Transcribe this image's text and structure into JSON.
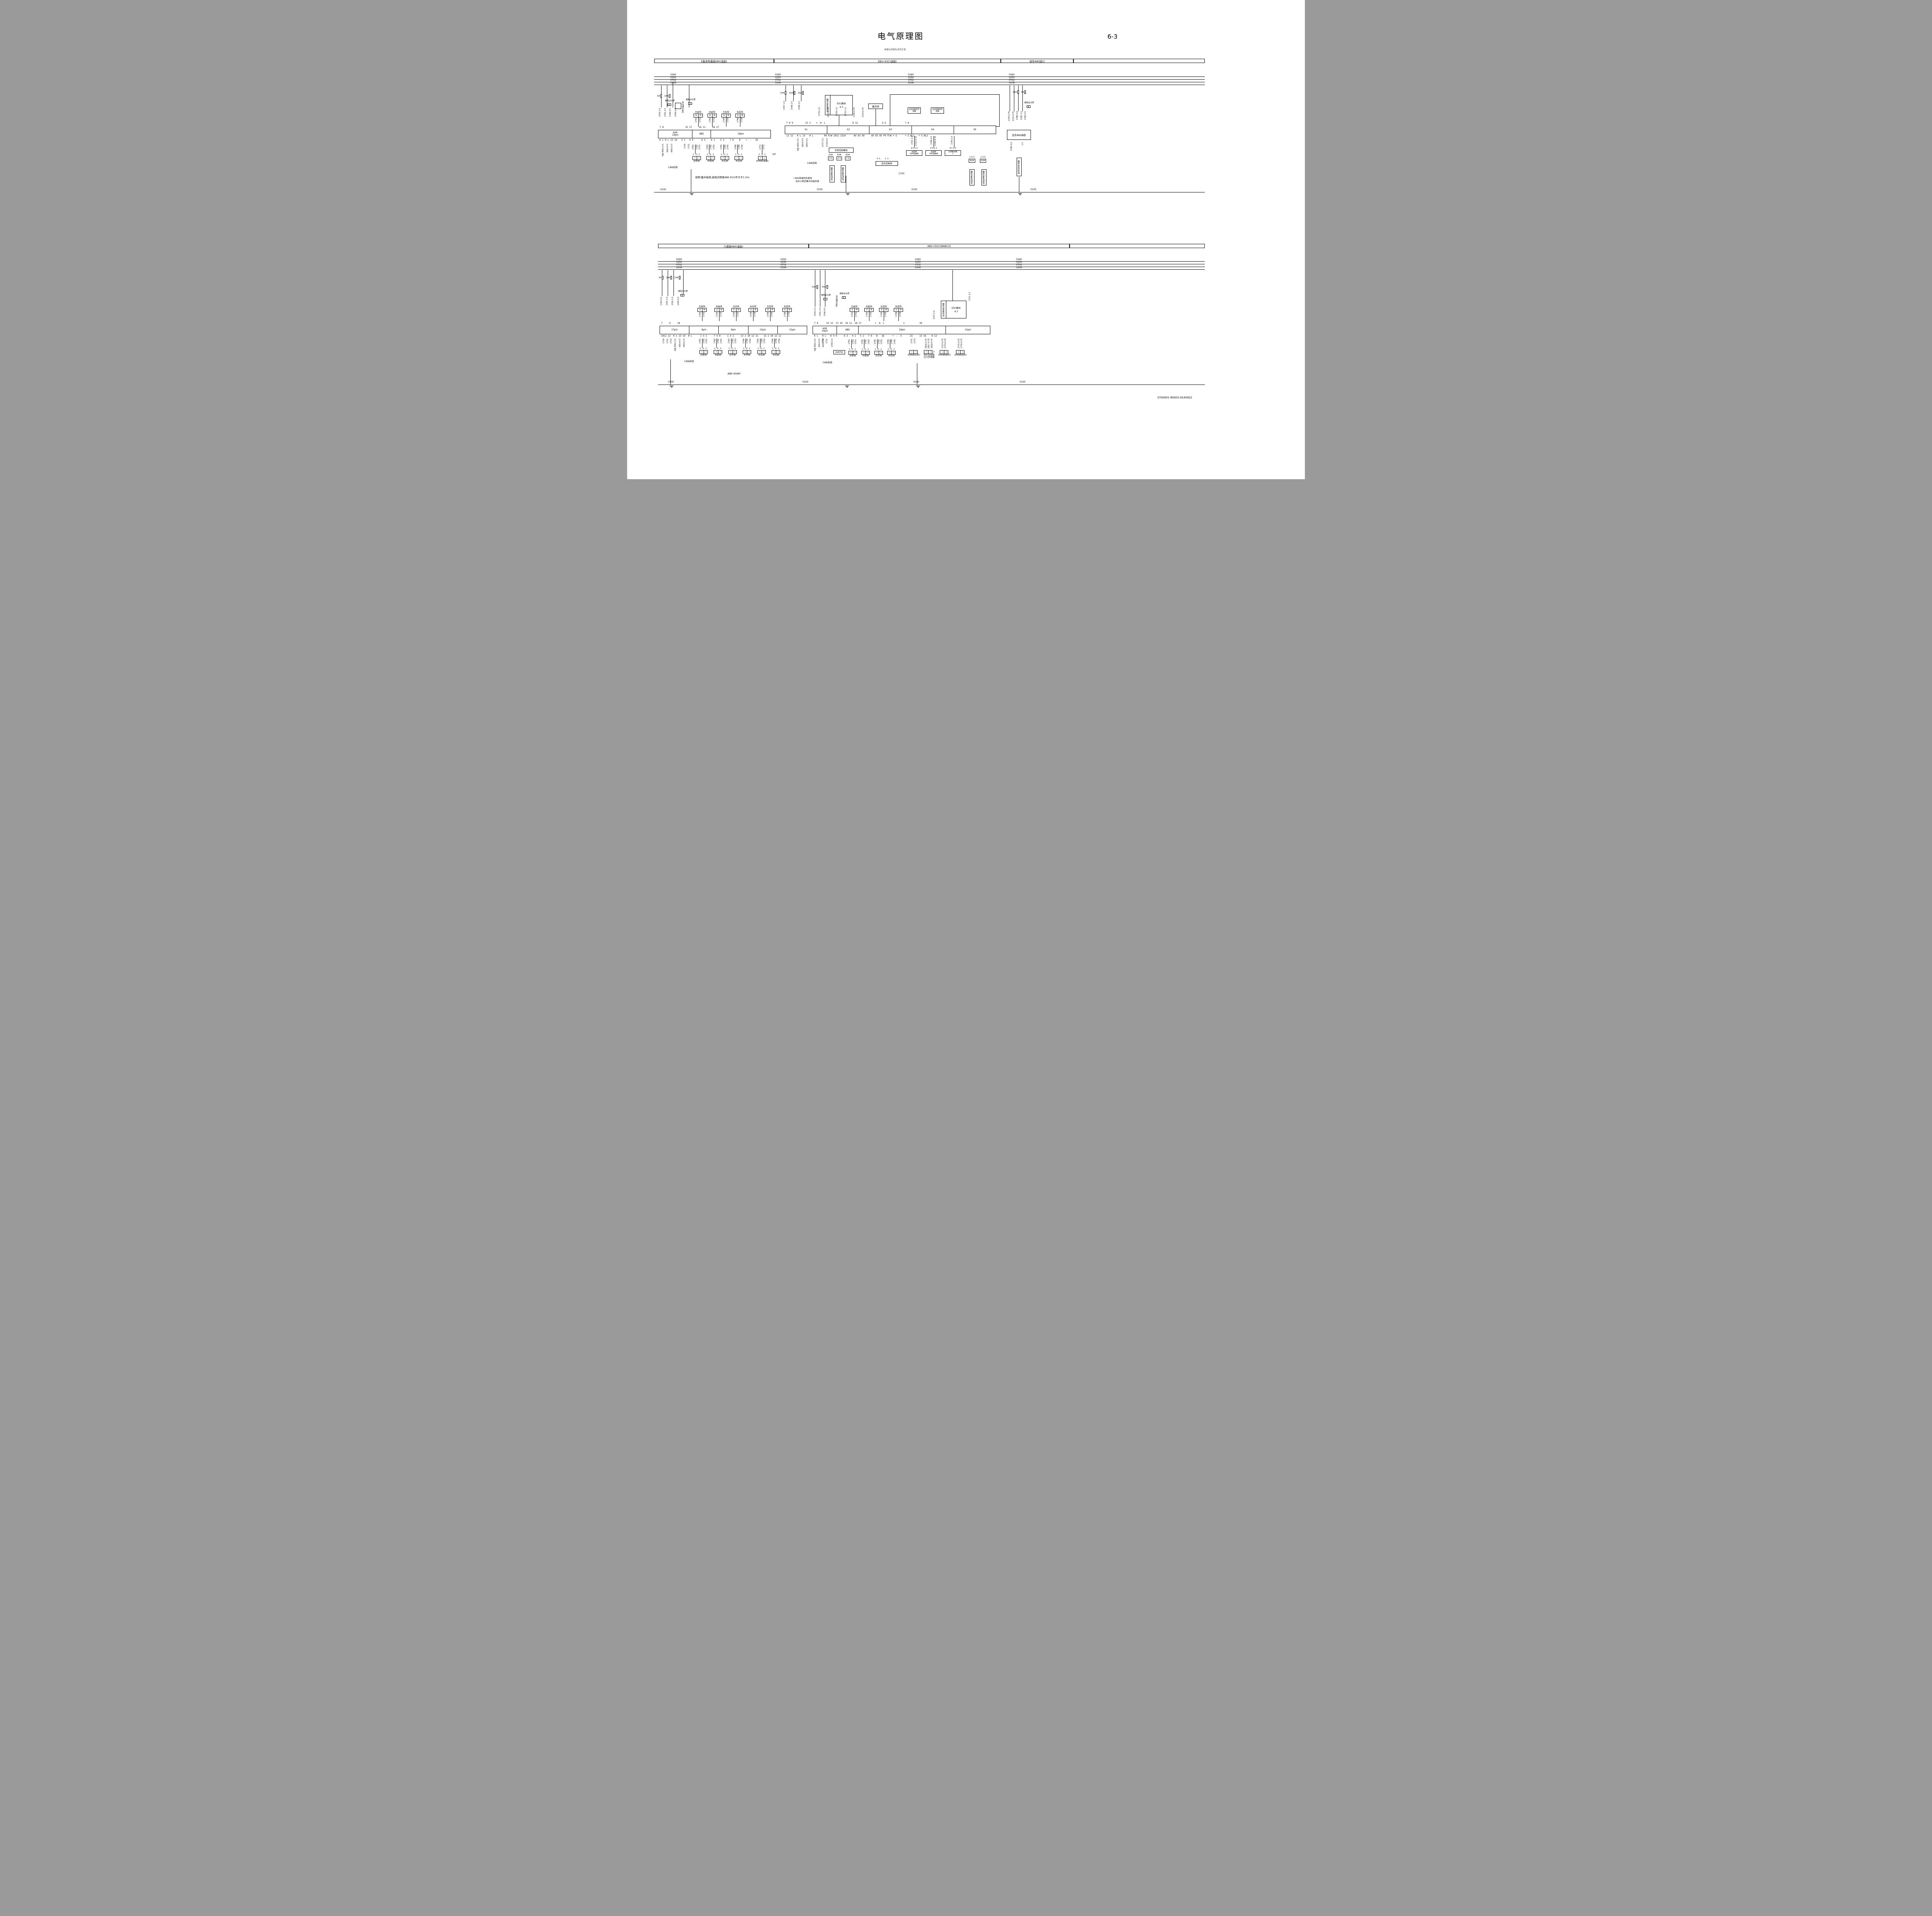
{
  "page": {
    "title": "电气原理图",
    "page_no": "6-3",
    "subtitle": "ABS/EBS/ESCD",
    "doc_no": "3700001-90003.H140922",
    "ground": "0100",
    "can": "CAN总线"
  },
  "headers": {
    "top": [
      "E版本四通道ABS(选装)",
      "EBS+ESC(选装)",
      "挂车ABS接口"
    ],
    "bottom": [
      "六通道ABS(选装)",
      "ABS+ESC(WABCO)"
    ]
  },
  "bus": [
    "0260",
    "0250",
    "0702",
    "0208"
  ],
  "shared": {
    "g": "G",
    "m": "M",
    "ade": "A D E",
    "diode": "◁",
    "cluster": "接组合仪表",
    "diag_switch": "ABS诊断开关"
  },
  "abs4": {
    "fuses": [
      "5A",
      "15A"
    ],
    "feed_wires": [
      "1703 2.0",
      "1701 2.5",
      "1706 0.5",
      "1704 0.5"
    ],
    "sensors": [
      {
        "name": "左前传",
        "wires": [
          "1741",
          "1731"
        ]
      },
      {
        "name": "右前传",
        "wires": [
          "1742",
          "1732"
        ]
      },
      {
        "name": "左后传",
        "wires": [
          "1745",
          "1735"
        ]
      },
      {
        "name": "右后传",
        "wires": [
          "1746",
          "1736"
        ]
      }
    ],
    "ecu": {
      "s1a": "ASR",
      "s1b": "14pin",
      "s2": "ABS",
      "s3": "18pin",
      "pins_top": "7 8                15 17     14 11     18 17",
      "pins_bottom": "K L H L 13 14   3 1   4 9      6 3    4 1    5 2    7 6    8    +  -   16"
    },
    "down_wires": [
      "1710",
      "1711"
    ],
    "kline_wires": [
      "K线 0051 0.5",
      "0014 0.5",
      "0015 0.5"
    ],
    "valves": [
      {
        "name": "左前阀",
        "wires": [
          "1761",
          "1791",
          "1751"
        ]
      },
      {
        "name": "右前阀",
        "wires": [
          "1762",
          "1792",
          "1752"
        ]
      },
      {
        "name": "左后阀",
        "wires": [
          "1765",
          "1795",
          "1755"
        ]
      },
      {
        "name": "右后阀",
        "wires": [
          "1766",
          "1796",
          "1756"
        ]
      }
    ],
    "asr_valve": {
      "name": "ASR阀(选装)",
      "wires": [
        "1771",
        "1772"
      ]
    },
    "dif": "DIF",
    "note": "说明:集中接地,接地点距离ABS ECU不大于1.5m"
  },
  "ebs": {
    "fuses": [
      "10A",
      "15A",
      "15A"
    ],
    "feed_wires": [
      "1707 1.0",
      "1708 2.5",
      "1709 2.5"
    ],
    "esc": {
      "name": "ESC模块",
      "value": "4.3",
      "side": "转向角度传感器"
    },
    "backup_valve": "备压阀",
    "mid_wires": [
      "1775 2.0",
      "1720 0.75",
      "1729 1.0",
      "1772 1.0",
      "1726 0.75",
      "1723 0.75"
    ],
    "ecu": {
      "sections": [
        "X1",
        "X2",
        "X3",
        "X4",
        "X5"
      ],
      "pins_top": "7 8 9         15 3    +  H  L                    8 12                  4 5              7 8",
      "pins_bottom": "11 12   K L 13   H L        PA P/W 1011 1314      AV EV OV     AV EV OV PV P/W + S      + S BL1   + S BL2"
    },
    "kline_wires": [
      "K线 0051 0.5",
      "0014 0.5",
      "0015 0.5"
    ],
    "down_wires": [
      "1727 2.5",
      "1724 0.5"
    ],
    "rear_module": {
      "name": "后桥控制模块",
      "ports": [
        {
          "id": "61#",
          "pins": "2 1"
        },
        {
          "id": "63#",
          "pins": "2 1"
        },
        {
          "id": "62#",
          "pins": "1 2"
        }
      ]
    },
    "rear_sensors": [
      "左后轮速传感器",
      "右后轮速传感器"
    ],
    "trailer_valve": {
      "name": "挂车控制阀",
      "pins": "4 5    1 3"
    },
    "label_1743": "1743",
    "wear_sensors": [
      "右前桥磨损传感器",
      "左前桥磨损传感器"
    ],
    "front_devices": [
      {
        "name": "右前桥",
        "name2": "ABS电磁阀",
        "pins": "4 5 1 3",
        "wires": [
          "1721 1.0",
          "1722 0.75"
        ]
      },
      {
        "name": "左前桥",
        "name2": "ABS电磁阀",
        "pins": "4 5 1 3",
        "wires": [
          "1790 0.5",
          "1726 0.75"
        ]
      },
      {
        "name": "比例继动阀",
        "name2": "2",
        "pins": "4 5 1 3",
        "wires": [
          "1743 1.0",
          ""
        ]
      }
    ],
    "front_ports": [
      {
        "id": "62#",
        "pins": "1 4 3"
      },
      {
        "id": "61#",
        "pins": "1 4 3"
      }
    ],
    "front_sensors": [
      "左前轮速传感器",
      "右前轮速传感器"
    ],
    "note1": "* EBS系统的负极线",
    "note2": "在ECU附近集中后接负极"
  },
  "trailer": {
    "fuses": [
      "25A",
      "5A"
    ],
    "wires": [
      "1726 0.75",
      "1723 0.75",
      "1780 4.0",
      "1781 1.5",
      "1783 0.5"
    ],
    "socket": "挂车ABS插座",
    "down_wires": [
      "1785 4.0",
      "1.5"
    ],
    "brake_signal": "制动信号传感器"
  },
  "abs6": {
    "fuses": [
      "5A",
      "10A",
      "10A"
    ],
    "feed_wires": [
      "1703 0.5",
      "1701 2.5",
      "1702 2.5",
      "1704 0.5"
    ],
    "sensors": [
      {
        "name": "左前传",
        "wires": [
          "1741",
          "1731"
        ]
      },
      {
        "name": "右前传",
        "wires": [
          "1742",
          "1732"
        ]
      },
      {
        "name": "左中传",
        "wires": [
          "1743",
          "1733"
        ]
      },
      {
        "name": "右中传",
        "wires": [
          "1744",
          "1734"
        ]
      },
      {
        "name": "左后传",
        "wires": [
          "1745",
          "1735"
        ]
      },
      {
        "name": "右后传",
        "wires": [
          "1746",
          "1736"
        ]
      }
    ],
    "ecu": {
      "sections": [
        "17pin",
        "6pin",
        "9pin",
        "15pin",
        "12pin"
      ],
      "pins_top": "7     9     18",
      "pins_bottom": "1011 12  K L 13 14  H L      1 3 2     7 9 8     1 3 2     13 2 10 12 11    13 2 10 12 11"
    },
    "down_wires": [
      "1710",
      "1711",
      "1712"
    ],
    "kline_wires": [
      "K线 0051 0.5",
      "0014 0.5",
      "0015 0.5"
    ],
    "valves": [
      {
        "name": "左前阀",
        "wires": [
          "1761",
          "1791",
          "1751"
        ]
      },
      {
        "name": "右前阀",
        "wires": [
          "1762",
          "1792",
          "1752"
        ]
      },
      {
        "name": "左中阀",
        "wires": [
          "1763",
          "1793",
          "1753"
        ]
      },
      {
        "name": "右中阀",
        "wires": [
          "1764",
          "1794",
          "1754"
        ]
      },
      {
        "name": "左后阀",
        "wires": [
          "1765",
          "1795",
          "1755"
        ]
      },
      {
        "name": "右后阀",
        "wires": [
          "1766",
          "1796",
          "1756"
        ]
      }
    ],
    "model": "ABS 6S6M"
  },
  "wabco": {
    "fuses": [
      "20A",
      "20A"
    ],
    "feed_wires": [
      "1703 2.5",
      "1701 2.5",
      "1706 0.5"
    ],
    "sensors": [
      {
        "name": "左前传",
        "wires": [
          "1741",
          "1731"
        ]
      },
      {
        "name": "右前传",
        "wires": [
          "1742",
          "1732"
        ]
      },
      {
        "name": "左后传",
        "wires": [
          "1745",
          "1735"
        ]
      },
      {
        "name": "右后传",
        "wires": [
          "1746",
          "1736"
        ]
      }
    ],
    "esc": {
      "name": "ESC模块",
      "value": "4.3",
      "side": "转向角度传感器",
      "wires": [
        "1727 2.0",
        "1721 2.5"
      ]
    },
    "ecu": {
      "s1a": "ASR",
      "s1b": "14pin",
      "s2": "ABS",
      "s3": "18pin",
      "s4": "15pin",
      "pins_top": "7 8      15 12  13 10  14 11  18 17          +  H  L              1           10",
      "pins_bottom": "K L   H L   6 4 9     6 3   4 1   5 2   7 6   8   16      +  -  S      23     13 16    8 13"
    },
    "down_wires": [
      "1710",
      "1711"
    ],
    "kline_wires": [
      "K线 0051 0.5",
      "0014 0.5",
      "0015 0.5"
    ],
    "asr_switch": {
      "name": "ASR开关",
      "wire": "1705 0.5"
    },
    "valves": [
      {
        "name": "左前阀",
        "wires": [
          "1761",
          "1791",
          "1751"
        ]
      },
      {
        "name": "右前阀",
        "wires": [
          "1762",
          "1792",
          "1752"
        ]
      },
      {
        "name": "左后阀",
        "wires": [
          "1765",
          "1795",
          "1755"
        ]
      },
      {
        "name": "右后阀",
        "wires": [
          "1766",
          "1796",
          "1756"
        ]
      }
    ],
    "devices": [
      {
        "name": "ASR阀(后桥)",
        "name2": "",
        "tag": "",
        "wires": [
          "1771",
          "1772",
          ""
        ]
      },
      {
        "name": "ESC后回路",
        "name2": "压力传感器",
        "tag": "3",
        "wires": [
          "2816 0.75",
          "2817 0.75",
          "2818 0.75"
        ]
      },
      {
        "name": "ASR阀(前桥)",
        "name2": "",
        "tag": "",
        "wires": [
          "1723 0.75",
          "1774 0.75",
          ""
        ]
      },
      {
        "name": "ASR阀(挂车)",
        "name2": "",
        "tag": "",
        "wires": [
          "1775 0.75",
          "1776 0.75",
          ""
        ]
      }
    ]
  }
}
